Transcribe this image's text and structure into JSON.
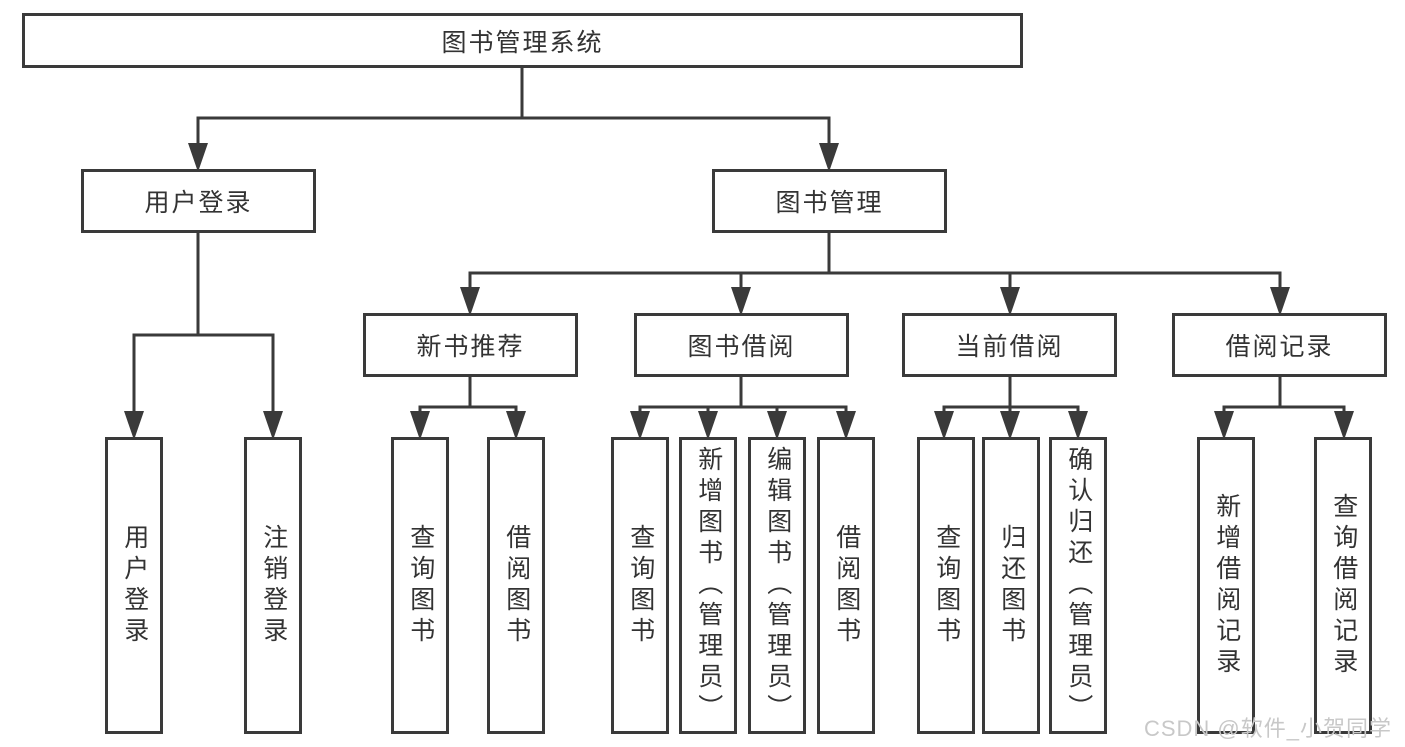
{
  "colors": {
    "background": "#ffffff",
    "box_border": "#3a3a3a",
    "connector_line": "#3a3a3a",
    "text": "#333333",
    "watermark_text": "#c8c8c8"
  },
  "diagram": {
    "root": {
      "label": "图书管理系统"
    },
    "level2": [
      {
        "label": "用户登录"
      },
      {
        "label": "图书管理"
      }
    ],
    "level3": [
      {
        "label": "新书推荐"
      },
      {
        "label": "图书借阅"
      },
      {
        "label": "当前借阅"
      },
      {
        "label": "借阅记录"
      }
    ],
    "leaves": [
      {
        "label": "用户登录"
      },
      {
        "label": "注销登录"
      },
      {
        "label": "查询图书"
      },
      {
        "label": "借阅图书"
      },
      {
        "label": "查询图书"
      },
      {
        "label": "新增图书（管理员）"
      },
      {
        "label": "编辑图书（管理员）"
      },
      {
        "label": "借阅图书"
      },
      {
        "label": "查询图书"
      },
      {
        "label": "归还图书"
      },
      {
        "label": "确认归还（管理员）"
      },
      {
        "label": "新增借阅记录"
      },
      {
        "label": "查询借阅记录"
      }
    ],
    "hierarchy": {
      "图书管理系统": [
        "用户登录",
        "图书管理"
      ],
      "用户登录": [
        "用户登录",
        "注销登录"
      ],
      "图书管理": [
        "新书推荐",
        "图书借阅",
        "当前借阅",
        "借阅记录"
      ],
      "新书推荐": [
        "查询图书",
        "借阅图书"
      ],
      "图书借阅": [
        "查询图书",
        "新增图书（管理员）",
        "编辑图书（管理员）",
        "借阅图书"
      ],
      "当前借阅": [
        "查询图书",
        "归还图书",
        "确认归还（管理员）"
      ],
      "借阅记录": [
        "新增借阅记录",
        "查询借阅记录"
      ]
    },
    "watermark": "CSDN @软件_小贺同学"
  }
}
